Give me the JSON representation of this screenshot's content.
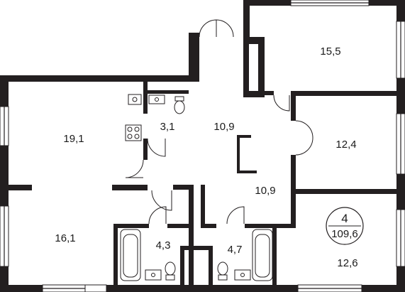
{
  "rooms": {
    "r1": "15,5",
    "r2": "19,1",
    "r3": "3,1",
    "r4": "10,9",
    "r5": "12,4",
    "r6": "10,9",
    "r7": "16,1",
    "r8": "4,3",
    "r9": "4,7",
    "r10": "12,6"
  },
  "badge": {
    "rooms_count": "4",
    "total_area": "109,6"
  },
  "colors": {
    "wall": "#231f20",
    "background": "#ffffff"
  }
}
